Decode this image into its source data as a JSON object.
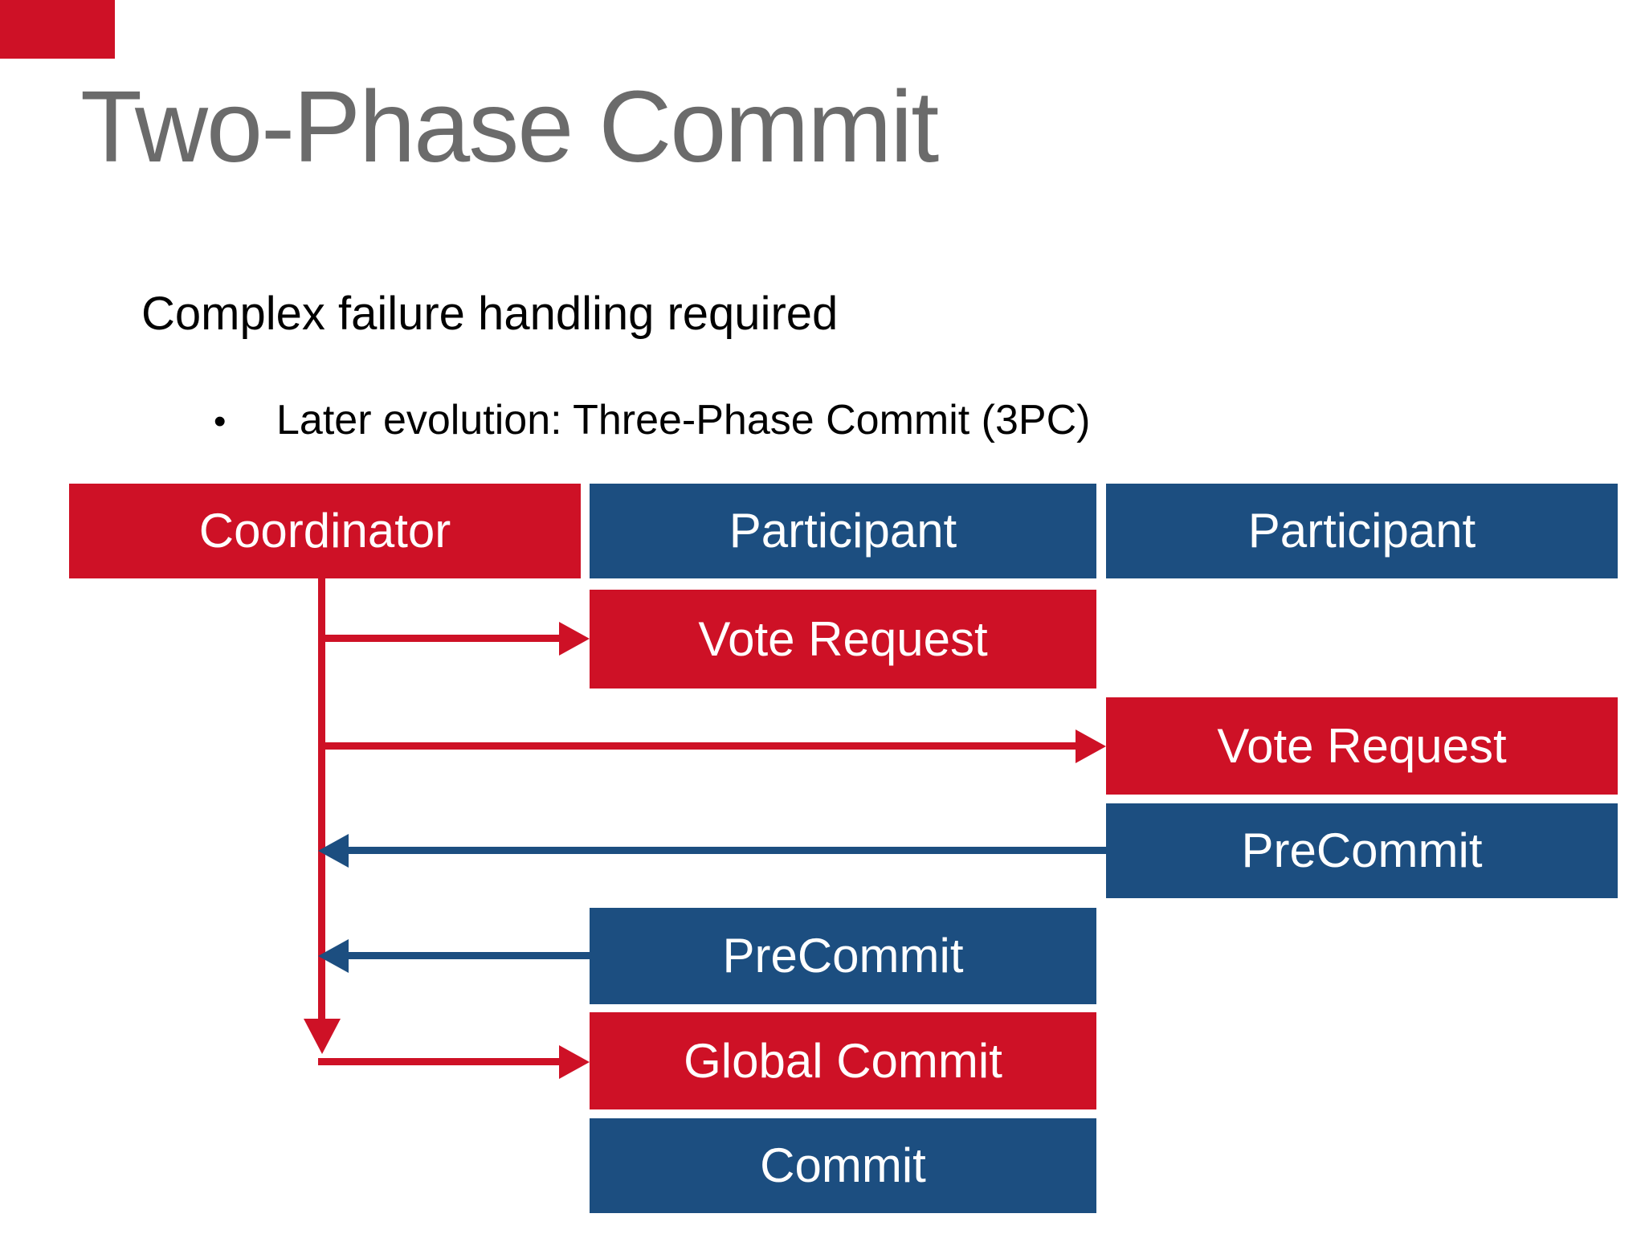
{
  "slide": {
    "title": "Two-Phase Commit",
    "subtitle": "Complex failure handling required",
    "bullet_marker": "•",
    "bullet_text": "Later evolution: Three-Phase Commit (3PC)"
  },
  "colors": {
    "red": "#ce1126",
    "blue": "#1c4e80",
    "title_gray": "#6b6b6b",
    "text": "#000000",
    "box_text": "#ffffff",
    "background": "#ffffff"
  },
  "diagram": {
    "coordinator": {
      "label": "Coordinator",
      "color": "red"
    },
    "participant_1": {
      "label": "Participant",
      "color": "blue"
    },
    "participant_2": {
      "label": "Participant",
      "color": "blue"
    },
    "vote_request_1": {
      "label": "Vote Request",
      "color": "red"
    },
    "vote_request_2": {
      "label": "Vote Request",
      "color": "red"
    },
    "precommit_2": {
      "label": "PreCommit",
      "color": "blue"
    },
    "precommit_1": {
      "label": "PreCommit",
      "color": "blue"
    },
    "global_commit": {
      "label": "Global Commit",
      "color": "red"
    },
    "commit": {
      "label": "Commit",
      "color": "blue"
    },
    "flows": [
      {
        "from": "Coordinator",
        "to": "Participant 1",
        "message": "Vote Request",
        "color": "red"
      },
      {
        "from": "Coordinator",
        "to": "Participant 2",
        "message": "Vote Request",
        "color": "red"
      },
      {
        "from": "Participant 2",
        "to": "Coordinator",
        "message": "PreCommit",
        "color": "blue"
      },
      {
        "from": "Participant 1",
        "to": "Coordinator",
        "message": "PreCommit",
        "color": "blue"
      },
      {
        "from": "Coordinator",
        "to": "Participant 1",
        "message": "Global Commit",
        "color": "red"
      }
    ]
  }
}
